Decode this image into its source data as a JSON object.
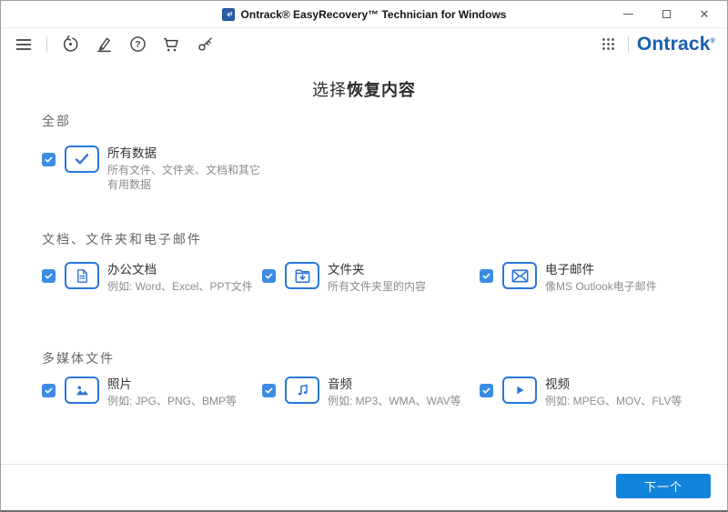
{
  "window": {
    "title": "Ontrack® EasyRecovery™ Technician for Windows"
  },
  "toolbar": {
    "brand": "Ontrack",
    "brand_mark": "®"
  },
  "heading": {
    "prefix": "选择",
    "emphasis": "恢复内容"
  },
  "sections": [
    {
      "label": "全部",
      "items": [
        {
          "icon": "check-badge-icon",
          "title": "所有数据",
          "description": "所有文件、文件夹、文档和其它有用数据",
          "checked": true
        }
      ]
    },
    {
      "label": "文档、文件夹和电子邮件",
      "items": [
        {
          "icon": "document-icon",
          "title": "办公文档",
          "description": "例如: Word、Excel、PPT文件",
          "checked": true
        },
        {
          "icon": "folder-download-icon",
          "title": "文件夹",
          "description": "所有文件夹里的内容",
          "checked": true
        },
        {
          "icon": "email-icon",
          "title": "电子邮件",
          "description": "像MS Outlook电子邮件",
          "checked": true
        }
      ]
    },
    {
      "label": "多媒体文件",
      "items": [
        {
          "icon": "photo-icon",
          "title": "照片",
          "description": "例如: JPG、PNG、BMP等",
          "checked": true
        },
        {
          "icon": "music-note-icon",
          "title": "音频",
          "description": "例如: MP3、WMA、WAV等",
          "checked": true
        },
        {
          "icon": "play-icon",
          "title": "视频",
          "description": "例如: MPEG、MOV、FLV等",
          "checked": true
        }
      ]
    }
  ],
  "footer": {
    "next_label": "下一个"
  },
  "icons": {
    "app": "return-arrow-app-icon",
    "menu": "hamburger-menu-icon",
    "restore": "circular-arrow-icon",
    "license": "signature-pen-icon",
    "help": "question-circle-icon",
    "cart": "shopping-cart-icon",
    "key": "key-icon",
    "apps_grid": "nine-dot-grid-icon",
    "window_controls": [
      "minimize",
      "maximize",
      "close"
    ]
  },
  "colors": {
    "accent_blue": "#2A77DB",
    "checkbox_blue": "#3D8CE4",
    "button_blue": "#1283DA",
    "brand_blue": "#1A5FAE"
  }
}
